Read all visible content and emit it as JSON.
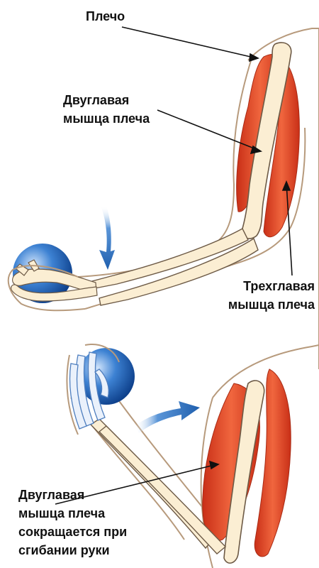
{
  "labels": {
    "shoulder": "Плечо",
    "biceps_top_1": "Двуглавая",
    "biceps_top_2": "мышца плеча",
    "triceps_1": "Трехглавая",
    "triceps_2": "мышца плеча",
    "biceps_bottom_1": "Двуглавая",
    "biceps_bottom_2": "мышца плеча",
    "biceps_bottom_3": "сокращается при",
    "biceps_bottom_4": "сгибании руки"
  },
  "colors": {
    "skin_outline": "#b79a7c",
    "bone_fill": "#fbeed3",
    "bone_stroke": "#6d5a46",
    "muscle": "#e44a2a",
    "muscle_dark": "#c92f17",
    "arrow_blue": "#1f63b4",
    "ball_blue": "#2a6fc1",
    "hand_bones": "#4f7fbf",
    "label_line": "#111111"
  }
}
